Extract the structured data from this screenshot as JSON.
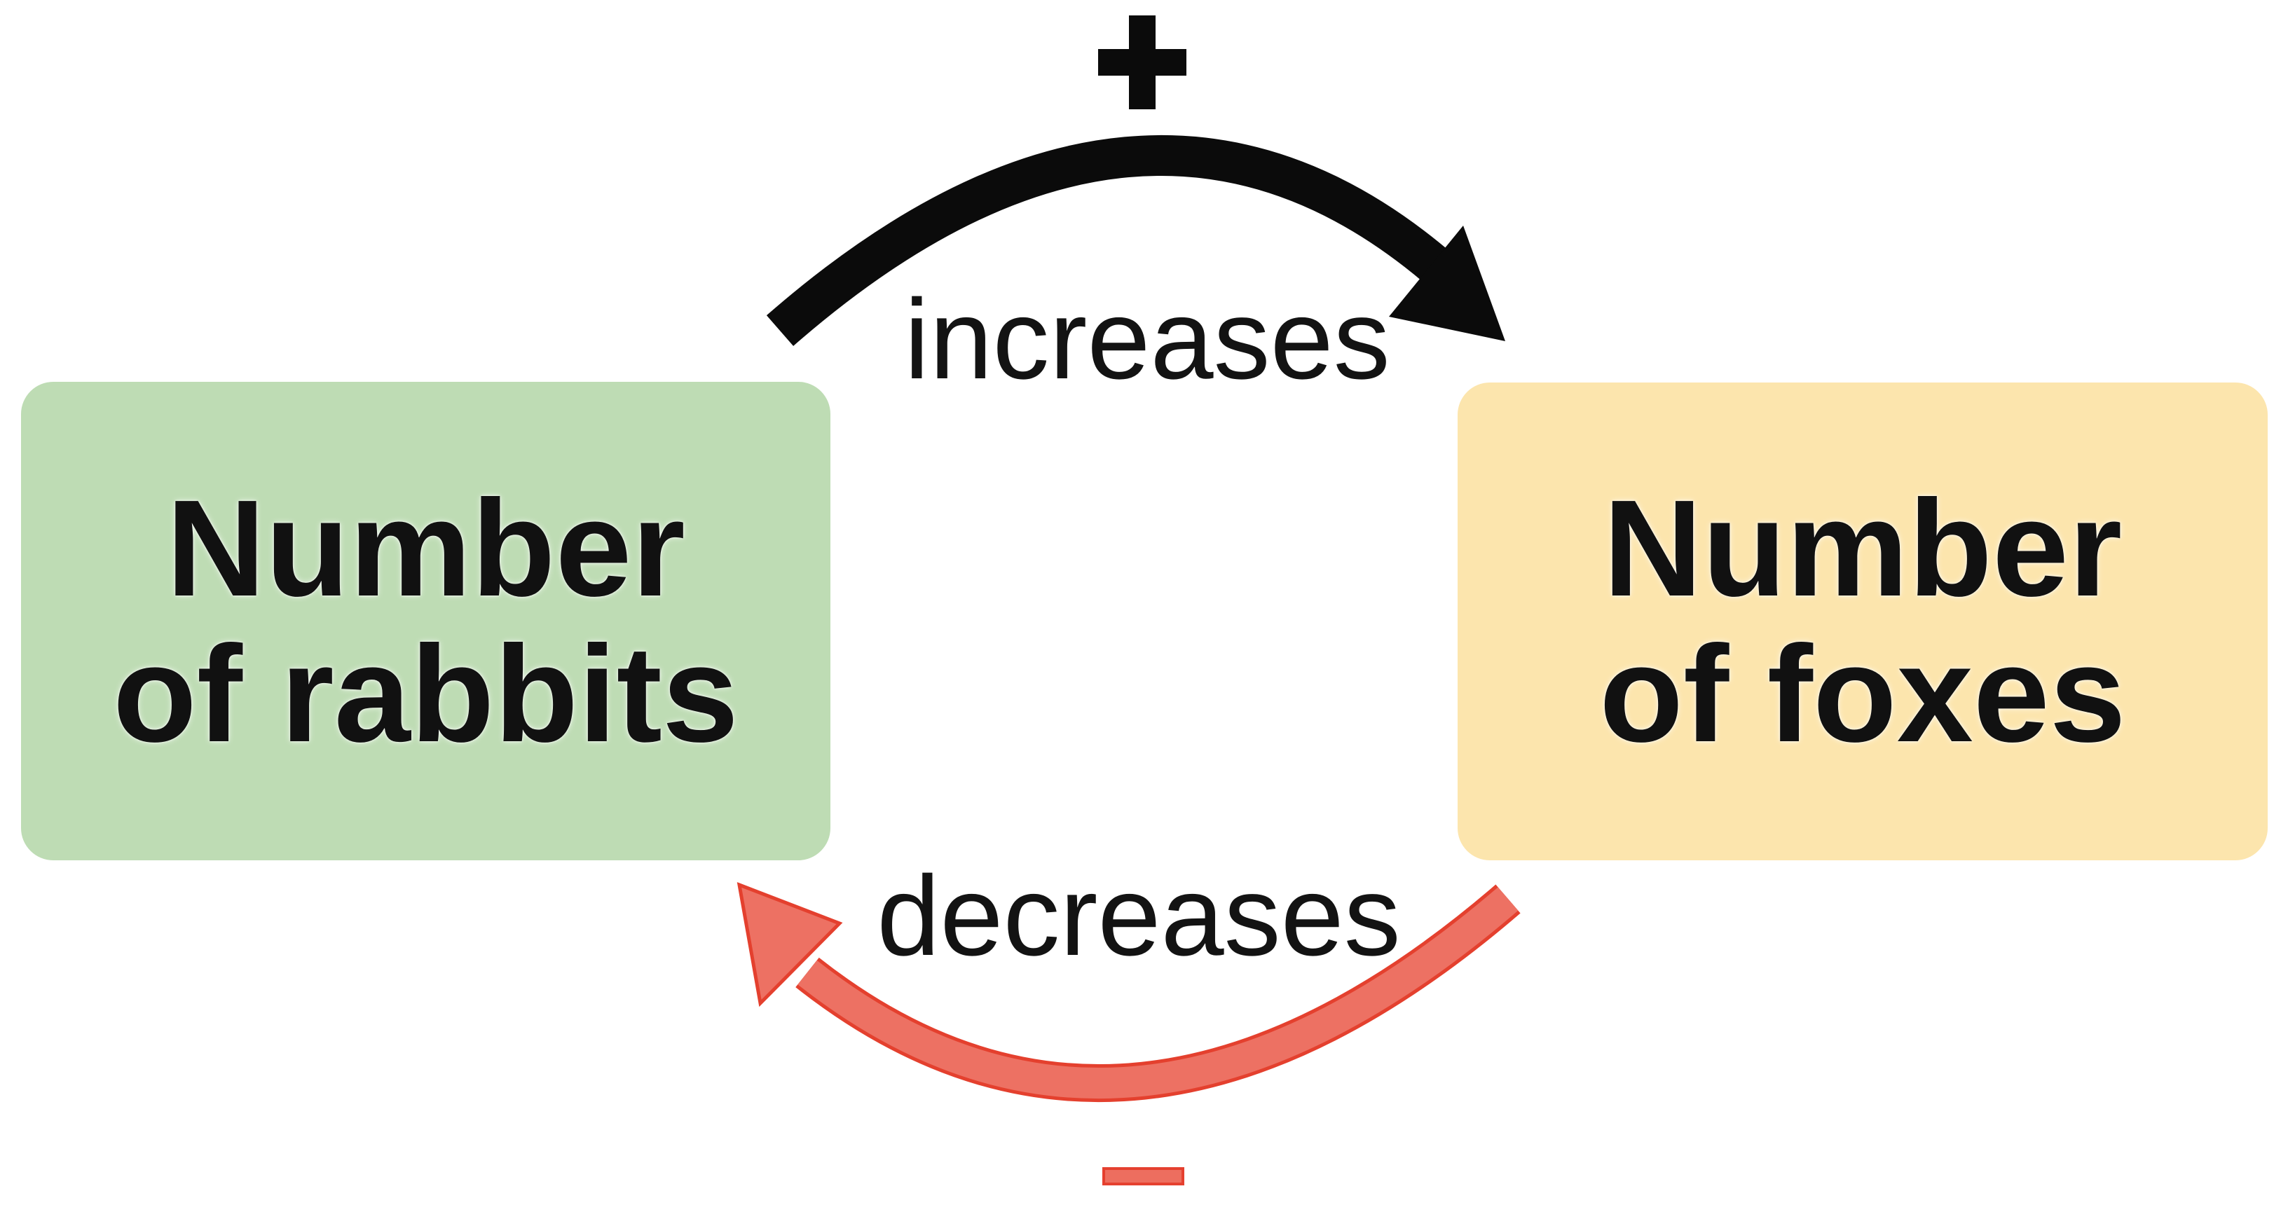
{
  "diagram": {
    "type": "feedback-loop",
    "nodes": [
      {
        "id": "rabbits",
        "lines": [
          "Number",
          "of rabbits"
        ],
        "fill": "#bedcb4"
      },
      {
        "id": "foxes",
        "lines": [
          "Number",
          "of foxes"
        ],
        "fill": "#fce5ad"
      }
    ],
    "edges": [
      {
        "from": "rabbits",
        "to": "foxes",
        "label": "increases",
        "sign": "+",
        "color": "#0b0b0b",
        "shape": "arc-over-top"
      },
      {
        "from": "foxes",
        "to": "rabbits",
        "label": "decreases",
        "sign": "−",
        "color": "#ed7163",
        "edge_color": "#e4402e",
        "shape": "arc-under-bottom"
      }
    ],
    "background": "#ffffff",
    "text_color": "#111111"
  }
}
